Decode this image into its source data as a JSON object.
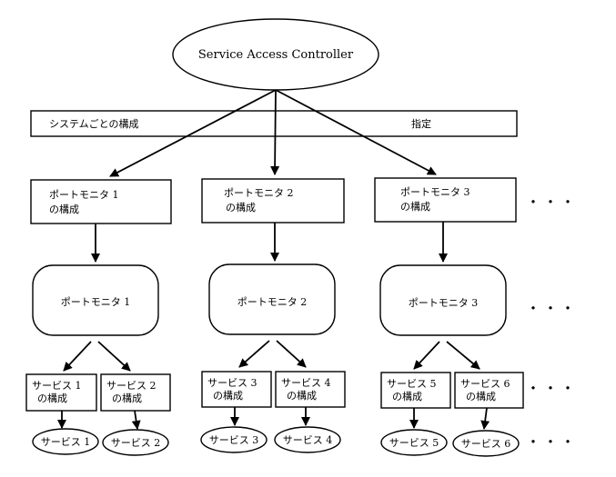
{
  "diagram": {
    "root": "Service Access Controller",
    "banner": {
      "left": "システムごとの構成",
      "right": "指定"
    },
    "columns": [
      {
        "config": [
          "ポートモニタ 1",
          "の構成"
        ],
        "monitor": "ポートモニタ 1",
        "services": [
          {
            "config": [
              "サービス 1",
              "の構成"
            ],
            "name": "サービス 1"
          },
          {
            "config": [
              "サービス 2",
              "の構成"
            ],
            "name": "サービス 2"
          }
        ]
      },
      {
        "config": [
          "ポートモニタ 2",
          "の構成"
        ],
        "monitor": "ポートモニタ 2",
        "services": [
          {
            "config": [
              "サービス 3",
              "の構成"
            ],
            "name": "サービス 3"
          },
          {
            "config": [
              "サービス 4",
              "の構成"
            ],
            "name": "サービス 4"
          }
        ]
      },
      {
        "config": [
          "ポートモニタ 3",
          "の構成"
        ],
        "monitor": "ポートモニタ 3",
        "services": [
          {
            "config": [
              "サービス 5",
              "の構成"
            ],
            "name": "サービス 5"
          },
          {
            "config": [
              "サービス 6",
              "の構成"
            ],
            "name": "サービス 6"
          }
        ]
      }
    ],
    "ellipsis": "・・・"
  }
}
